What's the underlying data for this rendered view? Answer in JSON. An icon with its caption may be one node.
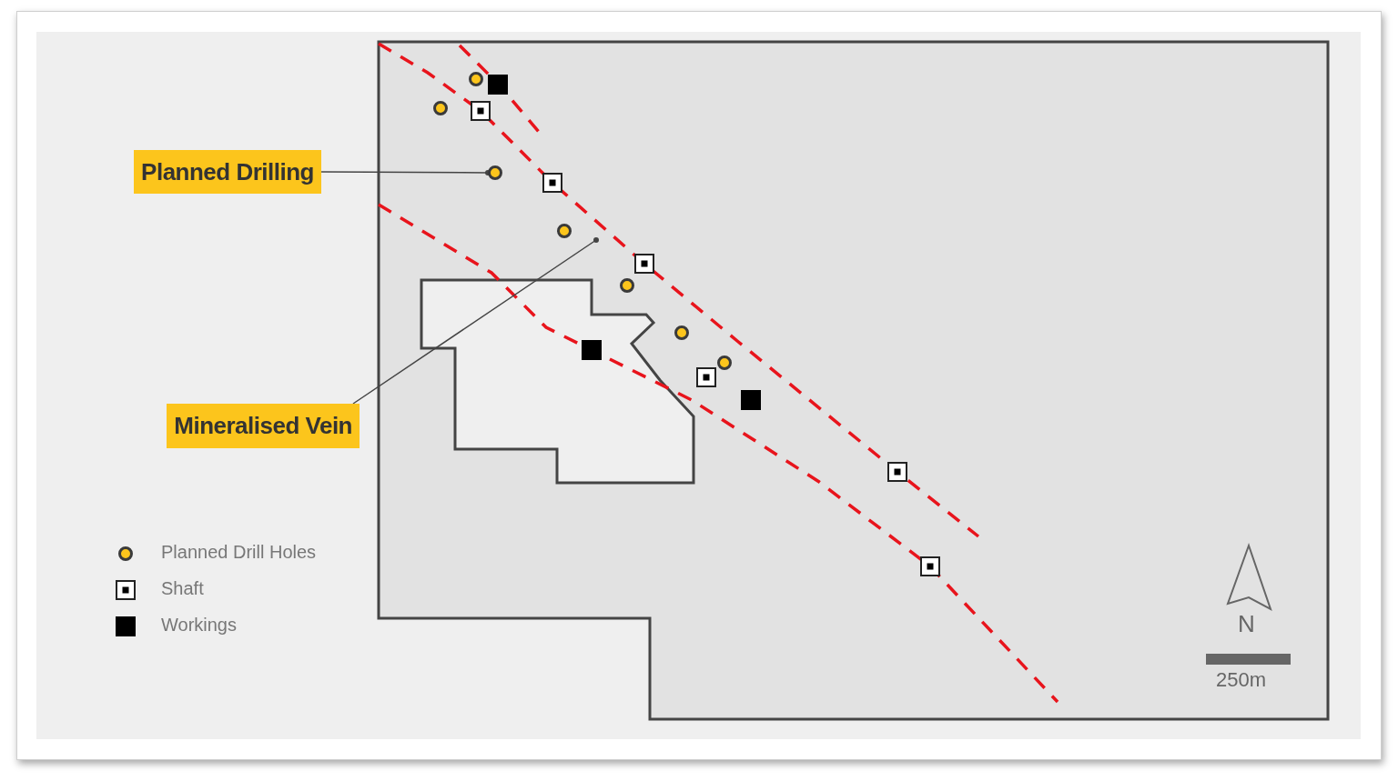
{
  "diagram": {
    "nodes": [
      {
        "text": [
          "Planned Drilling"
        ]
      },
      {
        "text": [],
        "shape": "circle"
      },
      {
        "text": [
          "Mineralised Vein"
        ]
      }
    ],
    "edges": [
      {
        "from": 0,
        "to": 1,
        "arrow": "other"
      },
      {
        "from": 2,
        "to": null,
        "arrow": "other"
      }
    ],
    "labels": [
      "N",
      "250m"
    ],
    "legend": [
      {
        "text": "Planned Drill Holes"
      },
      {
        "text": "Shaft"
      },
      {
        "text": "Workings"
      }
    ]
  }
}
